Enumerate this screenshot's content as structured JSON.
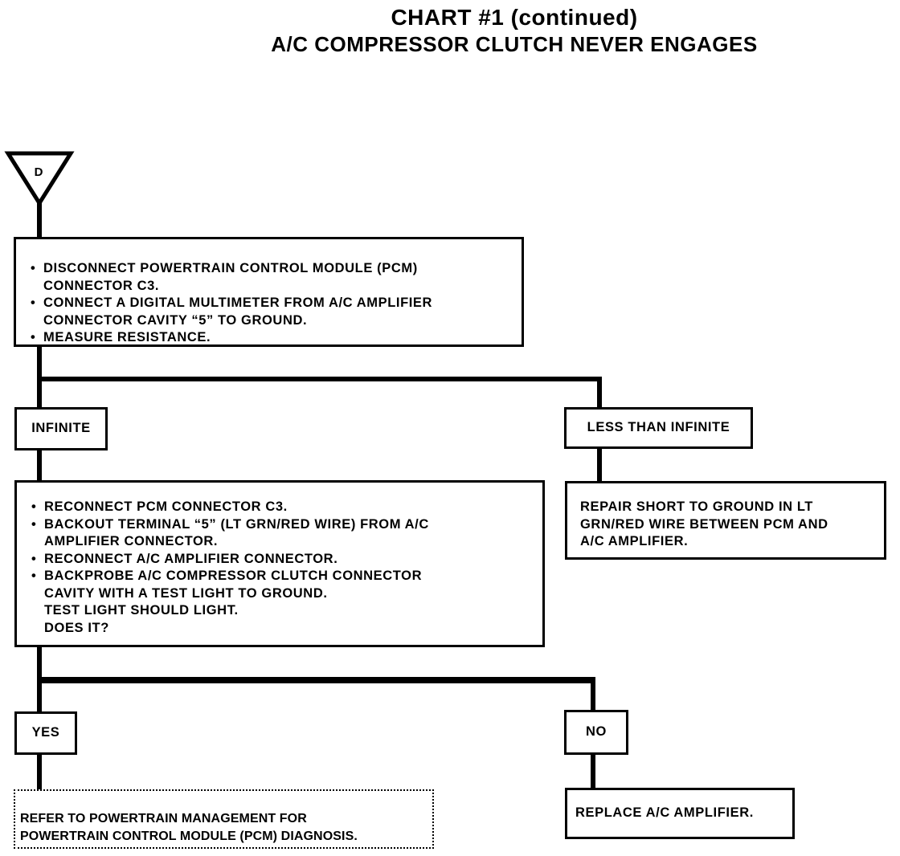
{
  "title": "CHART #1 (continued)",
  "subtitle": "A/C COMPRESSOR CLUTCH NEVER ENGAGES",
  "connector_label": "D",
  "step1": {
    "items": [
      "DISCONNECT POWERTRAIN CONTROL MODULE (PCM)\nCONNECTOR C3.",
      "CONNECT A DIGITAL MULTIMETER FROM A/C AMPLIFIER\nCONNECTOR CAVITY “5” TO GROUND.",
      "MEASURE RESISTANCE."
    ]
  },
  "branch1": {
    "left_label": "INFINITE",
    "right_label": "LESS THAN INFINITE"
  },
  "step2": {
    "items": [
      "RECONNECT PCM CONNECTOR C3.",
      "BACKOUT TERMINAL “5” (LT GRN/RED WIRE) FROM A/C\nAMPLIFIER CONNECTOR.",
      "RECONNECT A/C AMPLIFIER CONNECTOR.",
      "BACKPROBE A/C COMPRESSOR CLUTCH CONNECTOR\nCAVITY WITH A TEST LIGHT TO GROUND.\nTEST LIGHT SHOULD LIGHT.\nDOES IT?"
    ]
  },
  "repair_short": "REPAIR SHORT TO GROUND IN LT\nGRN/RED WIRE BETWEEN PCM AND\nA/C AMPLIFIER.",
  "branch2": {
    "left_label": "YES",
    "right_label": "NO"
  },
  "refer": "REFER TO POWERTRAIN MANAGEMENT  FOR\nPOWERTRAIN CONTROL MODULE (PCM) DIAGNOSIS.",
  "replace": "REPLACE A/C AMPLIFIER."
}
